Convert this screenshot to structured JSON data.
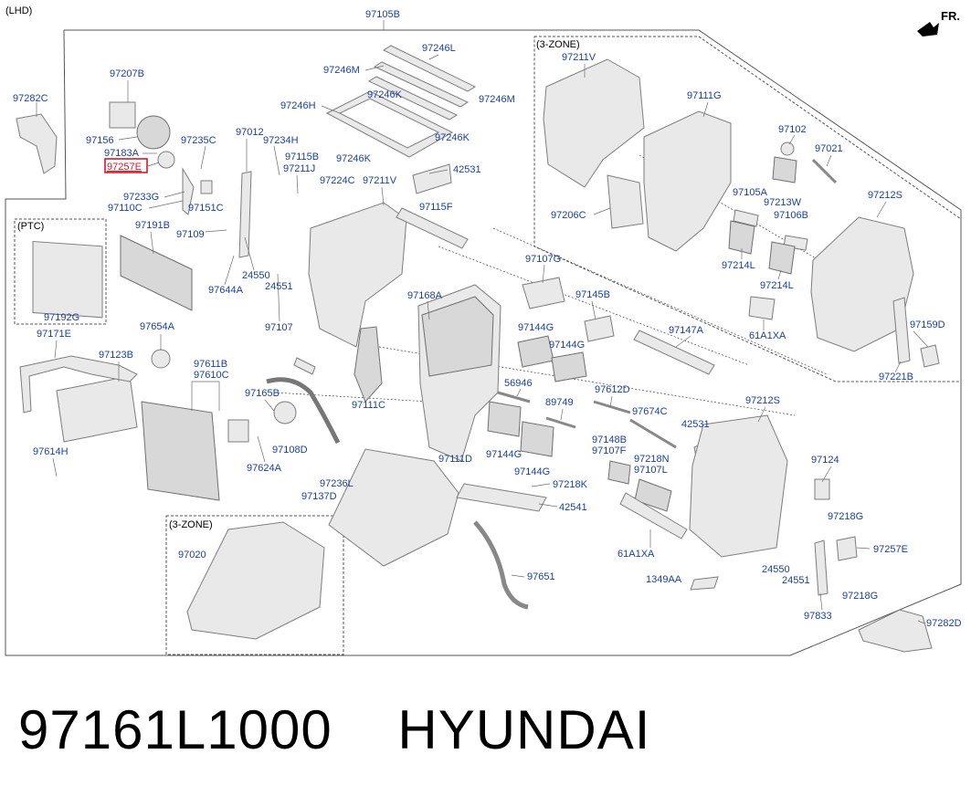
{
  "header": {
    "variant": "(LHD)",
    "front_marker": "FR."
  },
  "assembly_label": "97105B",
  "groups": {
    "three_zone_upper": "(3-ZONE)",
    "ptc": "(PTC)",
    "three_zone_lower": "(3-ZONE)"
  },
  "selected_part": "97257E",
  "callouts": [
    "97282C",
    "97207B",
    "97156",
    "97183A",
    "97233G",
    "97110C",
    "97151C",
    "97235C",
    "97012",
    "97234H",
    "97115B",
    "97211J",
    "97224C",
    "97211V",
    "42531",
    "97115F",
    "97246L",
    "97246M",
    "97246M",
    "97246H",
    "97246K",
    "97246K",
    "97246K",
    "97191B",
    "97109",
    "24550",
    "24551",
    "97644A",
    "97192G",
    "97107",
    "97654A",
    "97171E",
    "97123B",
    "97611B",
    "97610C",
    "97165B",
    "97624A",
    "97108D",
    "97614H",
    "97111C",
    "97168A",
    "97107G",
    "97145B",
    "97144G",
    "97144G",
    "97147A",
    "56946",
    "97612D",
    "89749",
    "97674C",
    "97144G",
    "97144G",
    "97148B",
    "97107F",
    "97218N",
    "97107L",
    "97218K",
    "42541",
    "97111D",
    "97236L",
    "97137D",
    "97020",
    "97651",
    "61A1XA",
    "1349AA",
    "97212S",
    "42531",
    "97124",
    "97218G",
    "97257E",
    "97218G",
    "24550",
    "24551",
    "97833",
    "97282D",
    "97211V",
    "97111G",
    "97102",
    "97021",
    "97105A",
    "97213W",
    "97106B",
    "97206C",
    "97214L",
    "97214L",
    "97212S",
    "61A1XA",
    "97159D",
    "97221B"
  ],
  "part_number": "97161L1000",
  "brand": "HYUNDAI"
}
